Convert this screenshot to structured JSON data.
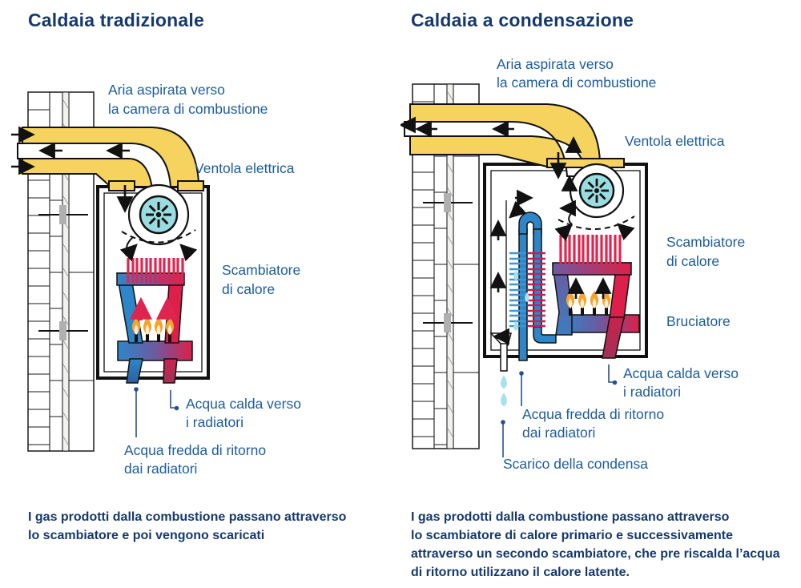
{
  "left_panel": {
    "title": "Caldaia tradizionale",
    "labels": {
      "aria_1": "Aria aspirata verso",
      "aria_2": "la camera di combustione",
      "ventola": "Ventola elettrica",
      "scambiatore_1": "Scambiatore",
      "scambiatore_2": "di calore",
      "acqua_calda_1": "Acqua calda verso",
      "acqua_calda_2": "i radiatori",
      "acqua_fredda_1": "Acqua fredda di ritorno",
      "acqua_fredda_2": "dai radiatori"
    },
    "caption_1": "I gas prodotti dalla combustione passano attraverso",
    "caption_2": "lo scambiatore e poi vengono scaricati"
  },
  "right_panel": {
    "title": "Caldaia a condensazione",
    "labels": {
      "aria_1": "Aria aspirata verso",
      "aria_2": "la camera di combustione",
      "ventola": "Ventola elettrica",
      "scambiatore_1": "Scambiatore",
      "scambiatore_2": "di calore",
      "bruciatore": "Bruciatore",
      "acqua_calda_1": "Acqua calda verso",
      "acqua_calda_2": "i radiatori",
      "acqua_fredda_1": "Acqua fredda di ritorno",
      "acqua_fredda_2": "dai radiatori",
      "scarico": "Scarico della condensa"
    },
    "caption_1": "I gas prodotti dalla combustione passano attraverso",
    "caption_2": "lo scambiatore di calore primario e successivamente",
    "caption_3": "attraverso un secondo scambiatore, che pre riscalda l’acqua",
    "caption_4": "di ritorno utilizzano il calore latente."
  },
  "colors": {
    "title_navy": "#16396D",
    "label_blue": "#1D5C9C",
    "duct_yellow": "#F6D35E",
    "fan_cyan": "#9ADDE0",
    "hot_red": "#DC2049",
    "cold_blue": "#2E86C9",
    "purple_mix": "#6D5AA0",
    "flame_orange": "#F8A12B",
    "condensate_cyan": "#A6E2EC",
    "outline_black": "#111111"
  }
}
